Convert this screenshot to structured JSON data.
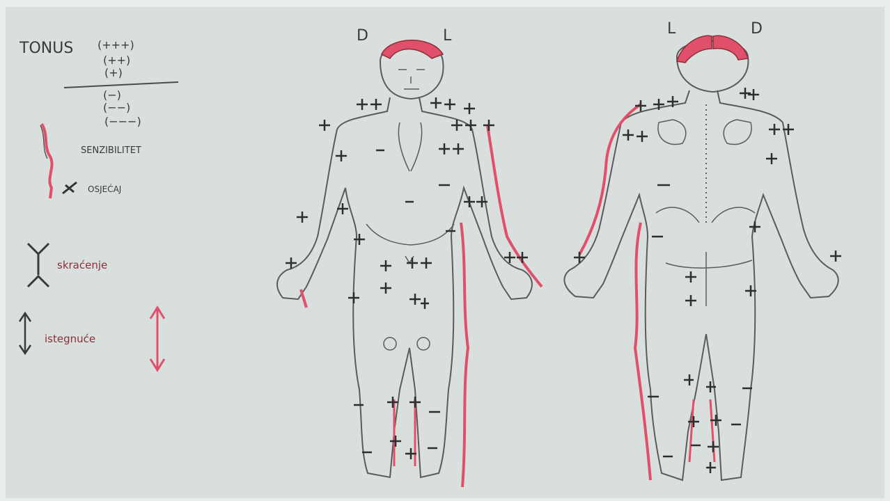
{
  "legend": {
    "title": "TONUS",
    "levels_up": [
      "(+++)",
      "(++)",
      "(+)"
    ],
    "levels_down": [
      "(−)",
      "(−−)",
      "(−−−)"
    ],
    "sensibility_label": "SENZIBILITET",
    "pain_label": "OSJEĆAJ",
    "shortening_label": "skraćenje",
    "lengthening_label": "istegnuće"
  },
  "front_view": {
    "right_marker": "D",
    "left_marker": "L"
  },
  "back_view": {
    "left_marker": "L",
    "right_marker": "D"
  },
  "colors": {
    "paper": "#d9dfdd",
    "pencil": "#3a3a3a",
    "red": "#e0506a",
    "red_dark": "#8a2e3a"
  }
}
